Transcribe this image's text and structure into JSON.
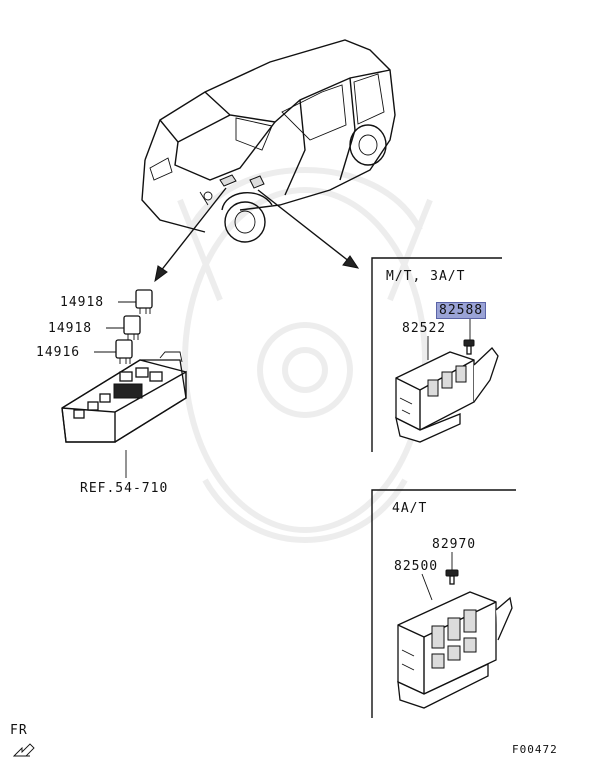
{
  "diagram": {
    "callouts": {
      "relay_top": "14918",
      "relay_mid": "14918",
      "relay_bottom": "14916",
      "ref": "REF.54-710",
      "mt_section": "M/T, 3A/T",
      "part_82588": "82588",
      "part_82522": "82522",
      "at4_section": "4A/T",
      "part_82970": "82970",
      "part_82500": "82500",
      "fr": "FR",
      "figure_code": "F00472"
    },
    "highlight_color": "#9aa3d6"
  }
}
